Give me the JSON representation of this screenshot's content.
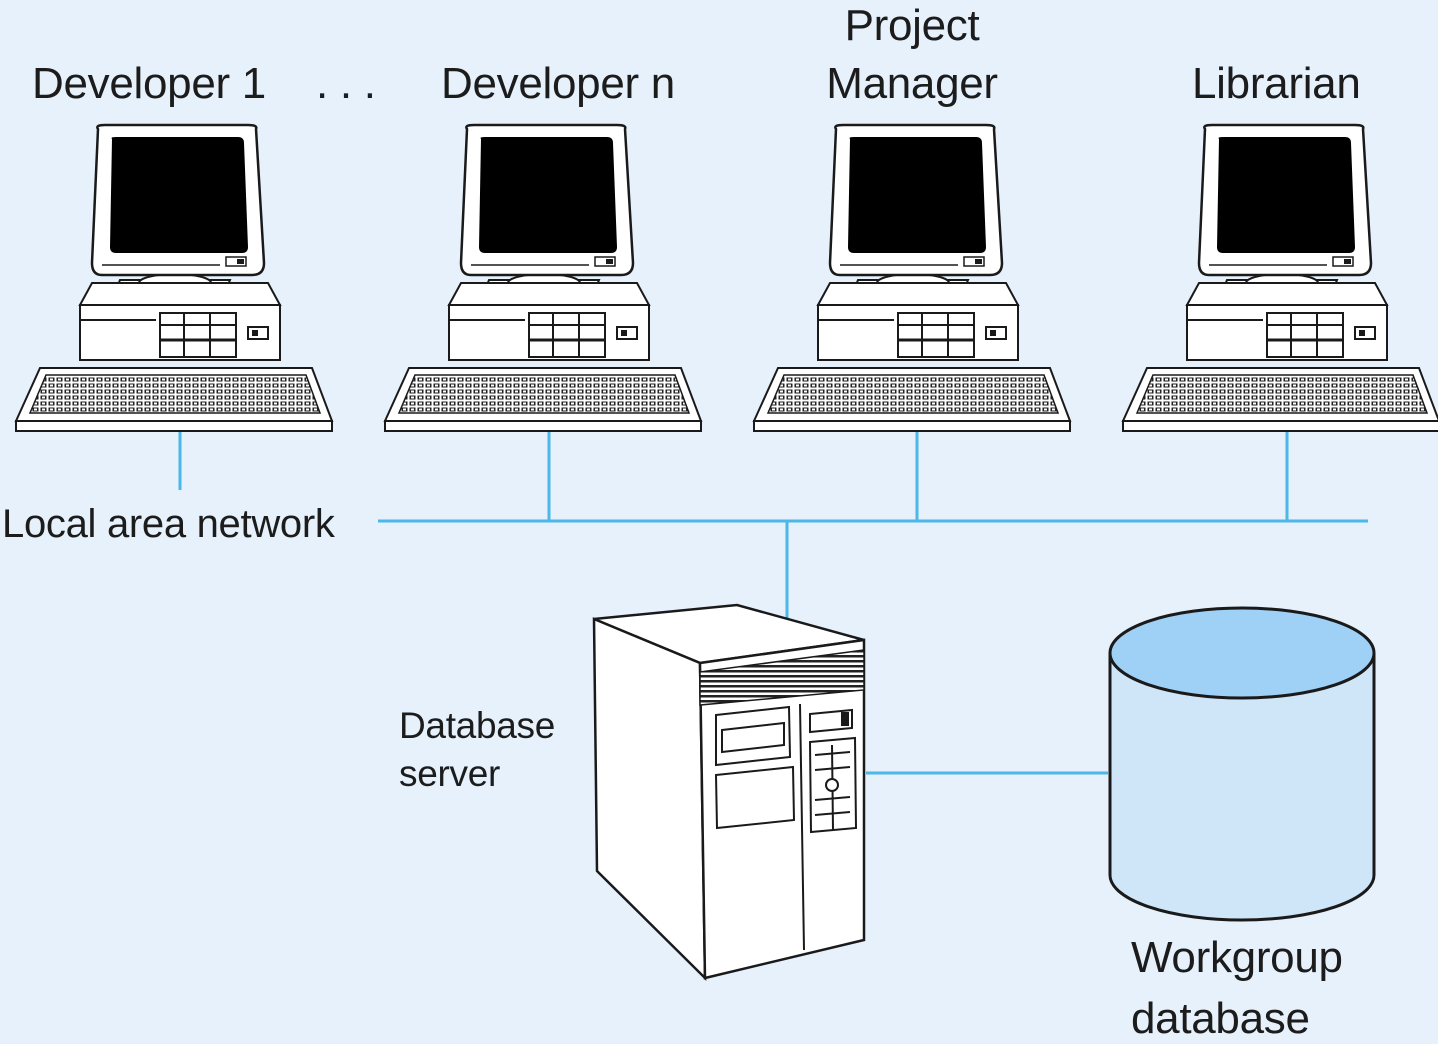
{
  "colors": {
    "background": "#e6f1fc",
    "network_line": "#4ab8e8",
    "database_fill": "#cfe5f8",
    "database_top": "#9fd0f5",
    "device_outline": "#1a1a1a",
    "screen": "#000000"
  },
  "icons": {
    "workstation": "desktop-computer-icon",
    "server": "tower-server-icon",
    "database": "database-cylinder-icon"
  },
  "labels": {
    "developer_1": "Developer 1",
    "ellipsis": ". . .",
    "developer_n": "Developer n",
    "project_manager_line1": "Project",
    "project_manager_line2": "Manager",
    "librarian": "Librarian",
    "network": "Local area network",
    "server_line1": "Database",
    "server_line2": "server",
    "database_line1": "Workgroup",
    "database_line2": "database"
  }
}
